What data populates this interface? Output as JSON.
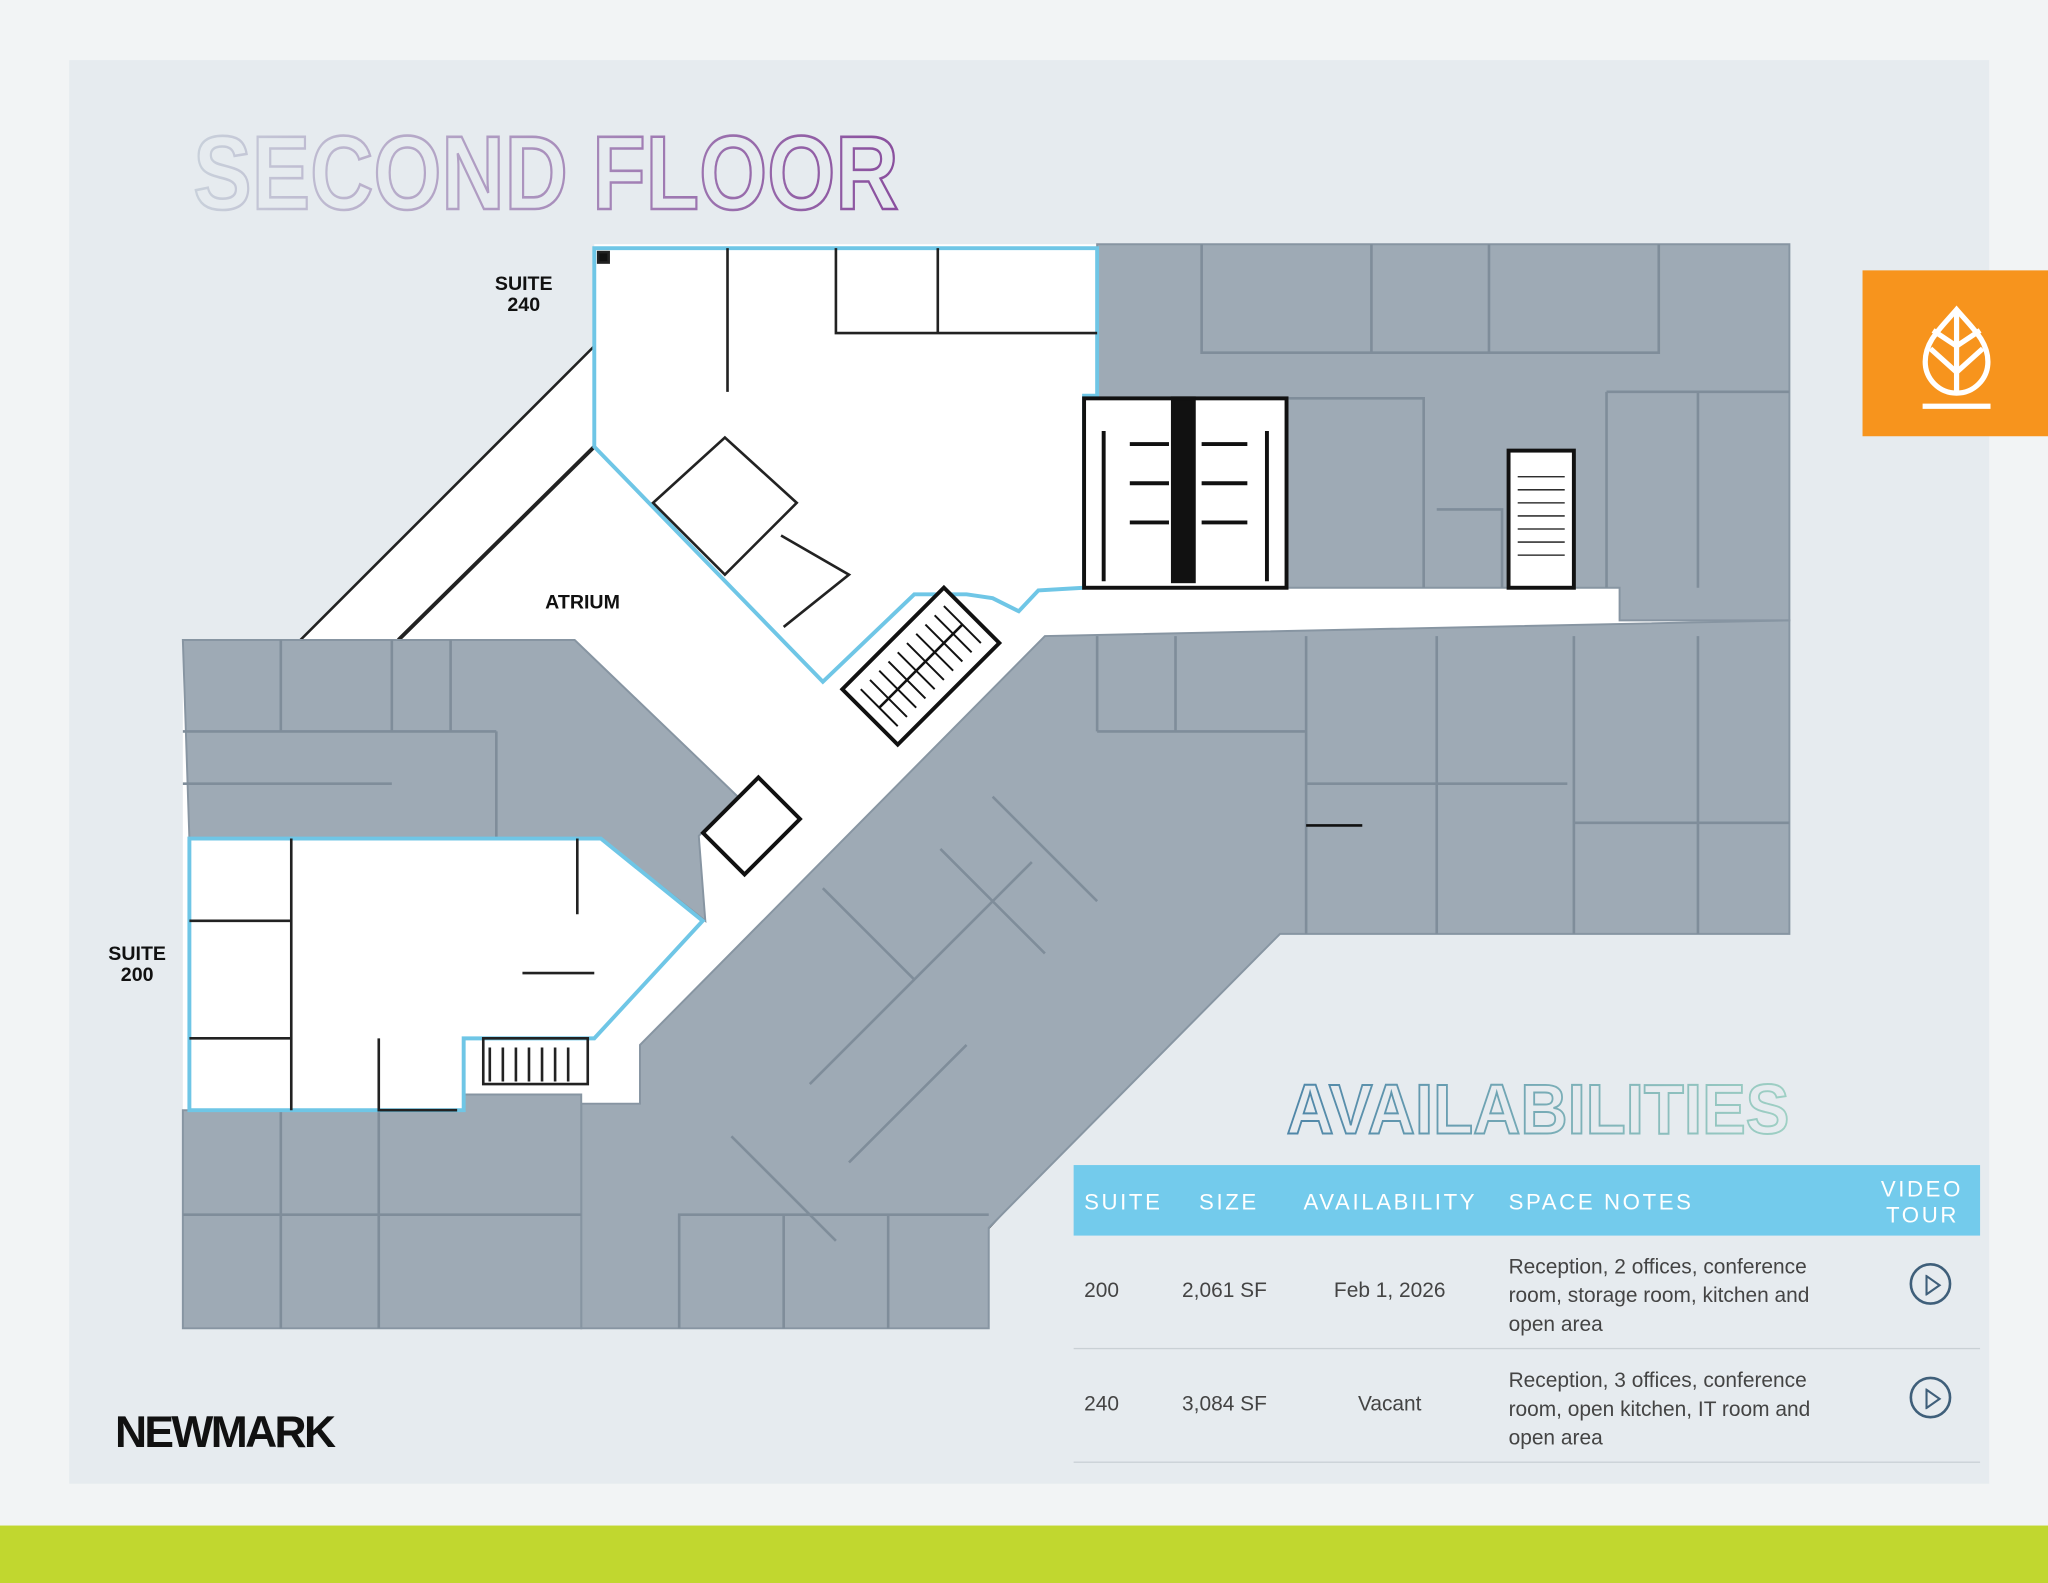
{
  "title": "SECOND FLOOR",
  "plan_labels": {
    "suite_240": [
      "SUITE",
      "240"
    ],
    "suite_200": [
      "SUITE",
      "200"
    ],
    "atrium": "ATRIUM"
  },
  "badge_icon": "leaf-icon",
  "availabilities": {
    "heading": "AVAILABILITIES",
    "columns": [
      "SUITE",
      "SIZE",
      "AVAILABILITY",
      "SPACE NOTES",
      "VIDEO",
      "TOUR"
    ],
    "rows": [
      {
        "suite": "200",
        "size": "2,061 SF",
        "availability": "Feb 1, 2026",
        "notes": "Reception, 2 offices, conference room, storage room, kitchen and open area"
      },
      {
        "suite": "240",
        "size": "3,084 SF",
        "availability": "Vacant",
        "notes": "Reception, 3 offices, conference room, open kitchen, IT room and open area"
      }
    ]
  },
  "brand": "NEWMARK",
  "colors": {
    "accent_blue": "#73cbec",
    "orange": "#f7941d",
    "green": "#c1d72f",
    "suite_outline": "#6fc6e6"
  }
}
